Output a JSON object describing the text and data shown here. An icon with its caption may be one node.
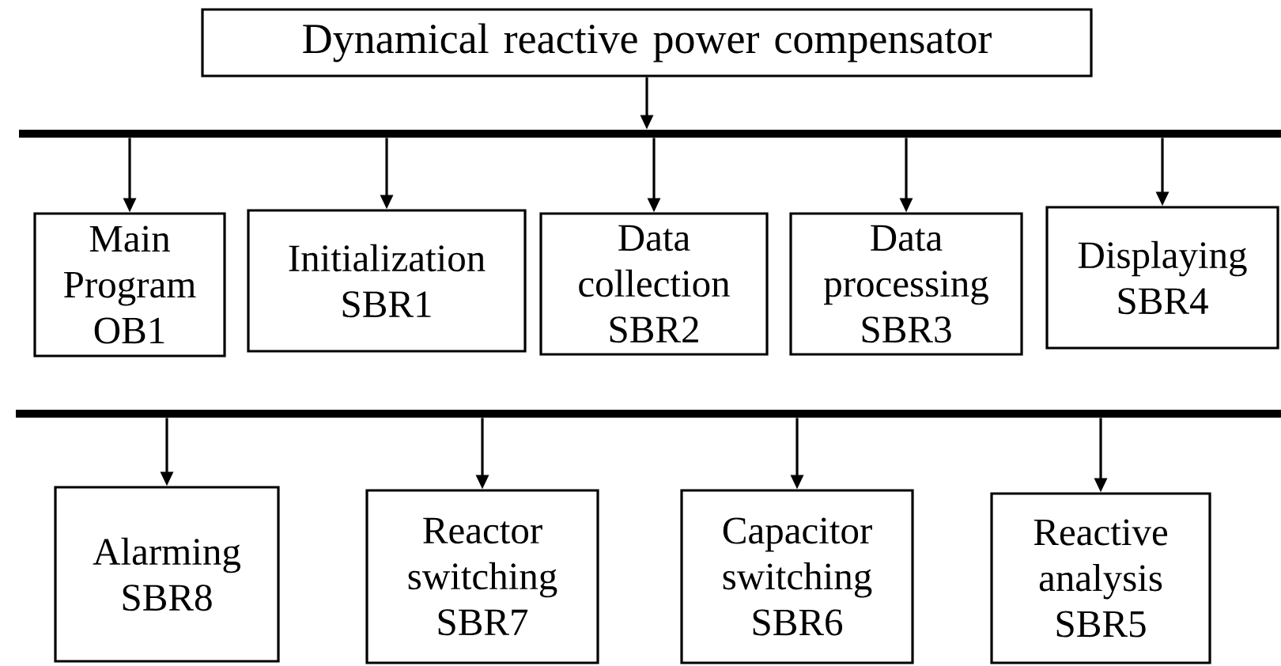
{
  "diagram": {
    "nodes": [
      {
        "text": [
          "Dynamical reactive power compensator"
        ]
      },
      {
        "text": [],
        "shape": "bar"
      },
      {
        "text": [
          "Main Program",
          "OB1"
        ]
      },
      {
        "text": [
          "Initialization",
          "SBR1"
        ]
      },
      {
        "text": [
          "Data collection",
          "SBR2"
        ]
      },
      {
        "text": [
          "Data processing",
          "SBR3"
        ]
      },
      {
        "text": [
          "Displaying",
          "SBR4"
        ]
      },
      {
        "text": [],
        "shape": "bar"
      },
      {
        "text": [
          "Alarming",
          "SBR8"
        ]
      },
      {
        "text": [
          "Reactor switching",
          "SBR7"
        ]
      },
      {
        "text": [
          "Capacitor switching",
          "SBR6"
        ]
      },
      {
        "text": [
          "Reactive analysis",
          "SBR5"
        ]
      }
    ],
    "edges": [
      {
        "from": 0,
        "to": 1,
        "arrow": "to"
      },
      {
        "from": 1,
        "to": 2,
        "arrow": "to"
      },
      {
        "from": 1,
        "to": 3,
        "arrow": "to"
      },
      {
        "from": 1,
        "to": 4,
        "arrow": "to"
      },
      {
        "from": 1,
        "to": 5,
        "arrow": "to"
      },
      {
        "from": 1,
        "to": 6,
        "arrow": "to"
      },
      {
        "from": 7,
        "to": 8,
        "arrow": "to"
      },
      {
        "from": 7,
        "to": 9,
        "arrow": "to"
      },
      {
        "from": 7,
        "to": 10,
        "arrow": "to"
      },
      {
        "from": 7,
        "to": 11,
        "arrow": "to"
      }
    ]
  }
}
